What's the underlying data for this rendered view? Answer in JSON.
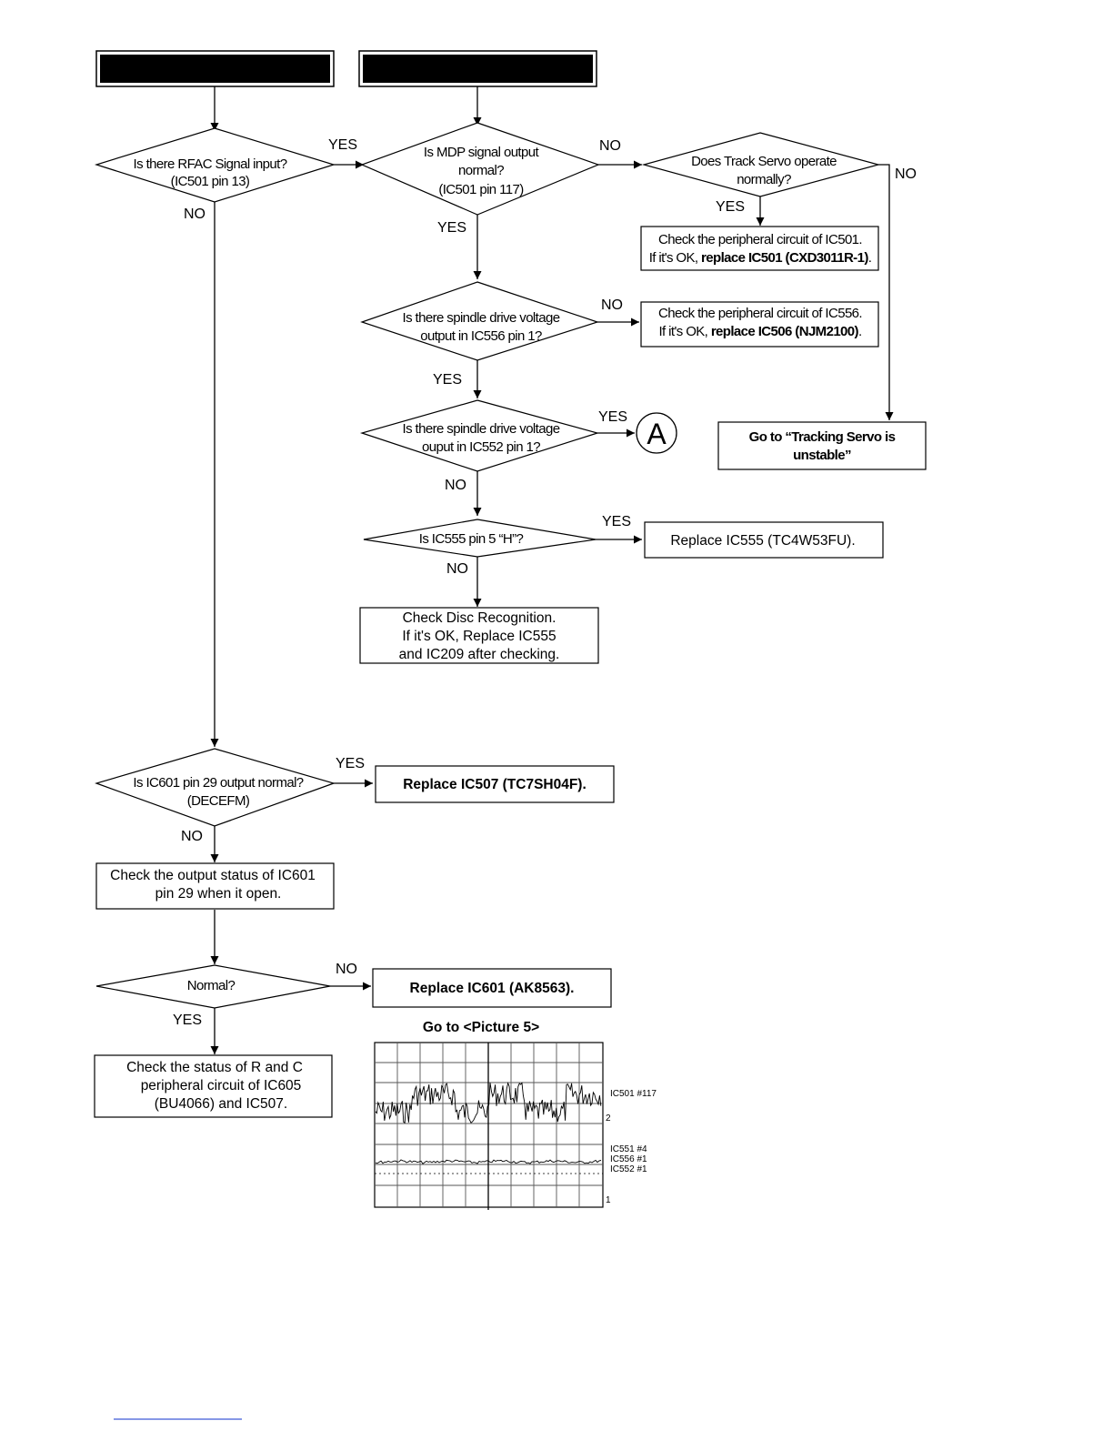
{
  "diagram": {
    "decisions": {
      "rfac": [
        "Is there RFAC Signal input?",
        "(IC501 pin 13)"
      ],
      "mdp": [
        "Is MDP signal output",
        "normal?",
        "(IC501 pin 117)"
      ],
      "track_servo": [
        "Does Track Servo operate",
        "normally?"
      ],
      "spindle_556": [
        "Is there spindle drive voltage",
        "output in IC556 pin 1?"
      ],
      "spindle_552": [
        "Is there spindle drive voltage",
        "ouput in IC552 pin 1?"
      ],
      "ic555": [
        "Is IC555 pin 5 “H”?"
      ],
      "ic601_out": [
        "Is IC601 pin 29 output normal?",
        "(DECEFM)"
      ],
      "normal": [
        "Normal?"
      ]
    },
    "actions": {
      "peripheral_501": {
        "line1": "Check the peripheral circuit of IC501.",
        "line2_prefix": "If it's OK, ",
        "line2_bold": "replace IC501 (CXD3011R-1)",
        "line2_suffix": "."
      },
      "peripheral_556": {
        "line1": "Check the peripheral circuit of IC556.",
        "line2_prefix": "If it's OK, ",
        "line2_bold": "replace IC506 (NJM2100)",
        "line2_suffix": "."
      },
      "tracking": [
        "Go to “Tracking Servo is",
        "unstable”"
      ],
      "replace_555": "Replace IC555 (TC4W53FU).",
      "disc_recog": [
        "Check Disc Recognition.",
        "If it's OK, Replace IC555",
        "and IC209 after checking."
      ],
      "replace_507": "Replace IC507 (TC7SH04F).",
      "check_601": [
        "Check the output status of IC601",
        "pin 29 when it open."
      ],
      "replace_601": "Replace IC601 (AK8563).",
      "check_rc": [
        "Check the status of R and C",
        "peripheral circuit of IC605",
        "(BU4066) and IC507."
      ]
    },
    "connector_a": "A",
    "labels": {
      "yes": "YES",
      "no": "NO"
    },
    "picture_title": "Go to <Picture 5>",
    "scope": {
      "trace1_label": "IC501 #117",
      "trace2_labels": [
        "IC551 #4",
        "IC556 #1",
        "IC552 #1"
      ],
      "marker_2": "2",
      "marker_1": "1"
    }
  }
}
